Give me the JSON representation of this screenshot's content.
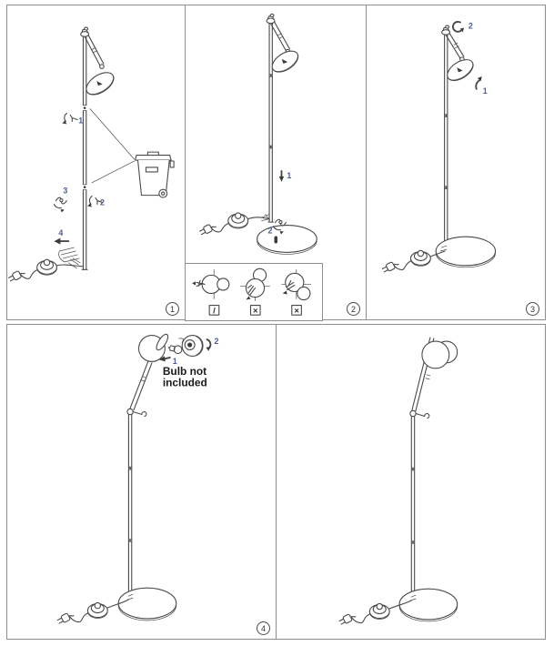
{
  "colors": {
    "line": "#494949",
    "panel_border": "#8e8e8e",
    "step_label": "#4a5d91",
    "note_text": "#1a1a1a"
  },
  "panels": [
    {
      "badge": "1",
      "steps": {
        "s1": "1",
        "s2": "2",
        "s3": "3",
        "s4": "4"
      }
    },
    {
      "badge": "2",
      "steps": {
        "s1": "1",
        "s2": "2"
      },
      "inset": {
        "marks": [
          "/",
          "×",
          "×"
        ]
      }
    },
    {
      "badge": "3",
      "steps": {
        "s1": "1",
        "s2": "2"
      }
    },
    {
      "badge": "4",
      "steps": {
        "s1": "1",
        "s2": "2"
      },
      "note": {
        "line1": "Bulb not",
        "line2": "included"
      }
    },
    {}
  ]
}
